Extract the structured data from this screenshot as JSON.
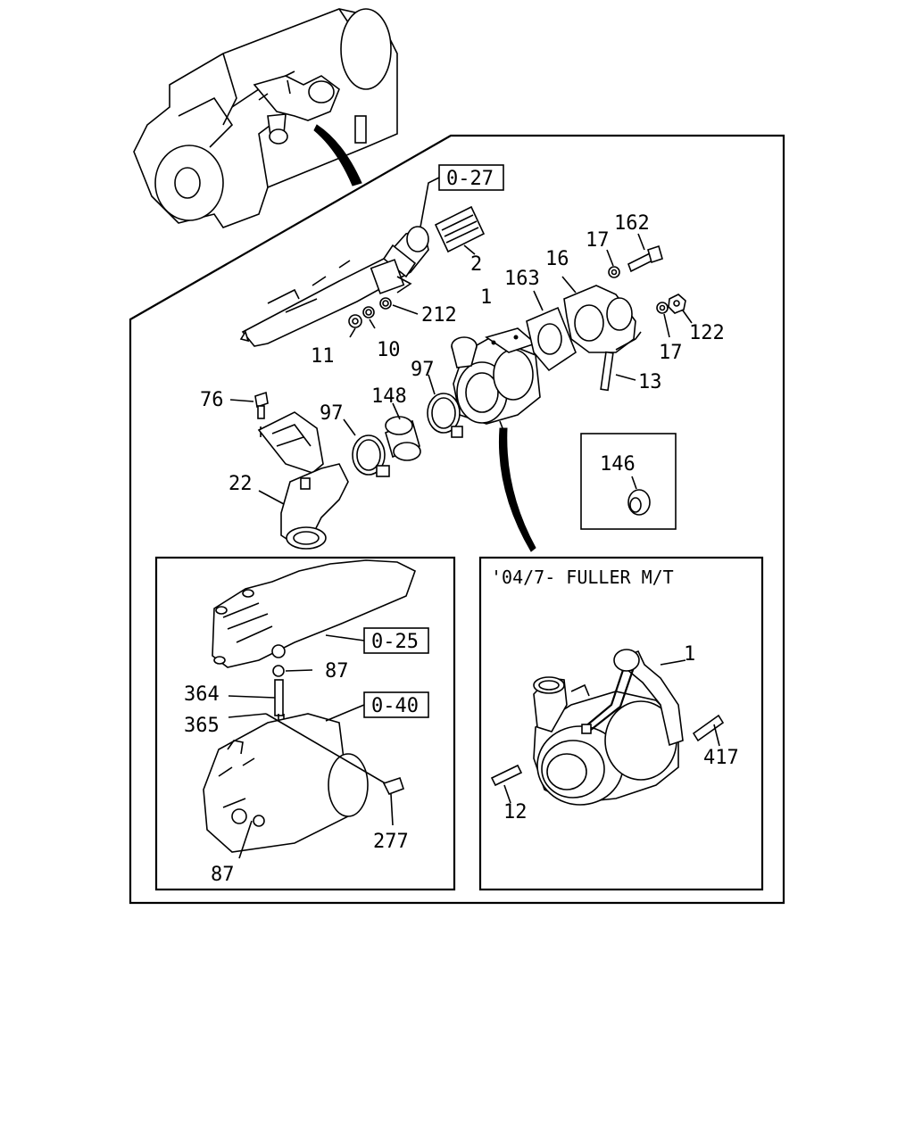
{
  "refs": {
    "ref_0_27": "0-27",
    "ref_0_25": "0-25",
    "ref_0_40": "0-40"
  },
  "inset_title": "'04/7- FULLER M/T",
  "callouts": {
    "p162": "162",
    "p17a": "17",
    "p16": "16",
    "p2": "2",
    "p163": "163",
    "p1": "1",
    "p212": "212",
    "p11": "11",
    "p10": "10",
    "p122": "122",
    "p17b": "17",
    "p13": "13",
    "p97a": "97",
    "p148": "148",
    "p76": "76",
    "p97b": "97",
    "p22": "22",
    "p146": "146",
    "p87a": "87",
    "p364": "364",
    "p365": "365",
    "p277": "277",
    "p87b": "87",
    "p1b": "1",
    "p417": "417",
    "p12": "12"
  }
}
